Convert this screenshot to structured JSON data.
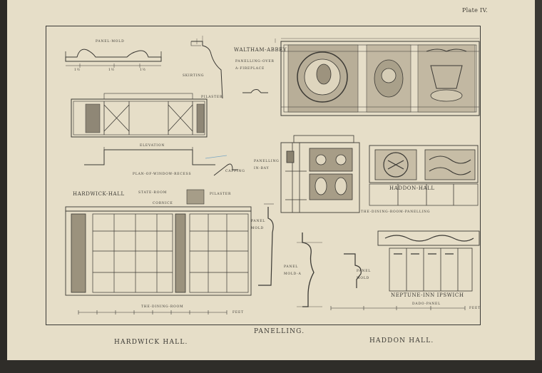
{
  "plate": {
    "number": "Plate IV.",
    "title": "PANELLING.",
    "left_caption": "HARDWICK HALL.",
    "right_caption": "HADDON HALL."
  },
  "labels": {
    "panel_mold_top": "PANEL-MOLD",
    "skirting": "SKIRTING",
    "waltham_abbey": "WALTHAM-ABBEY",
    "panelling_over": "PANELLING-OVER",
    "a_fireplace": "A-FIREPLACE",
    "pilaster_top": "PILASTER",
    "elevation": "ELEVATION",
    "plan": "PLAN-OF-WINDOW-RECESS",
    "capping": "CAPPING",
    "panelling_in_bay": "PANELLING",
    "in_bay": "IN-BAY",
    "hardwick_hall": "HARDWICK-HALL",
    "state_room": "STATE-ROOM",
    "cornice": "CORNICE",
    "pilaster_mid": "PILASTER",
    "haddon_hall": "HADDON-HALL",
    "dining_room_panelling": "THE-DINING-ROOM-PANELLING",
    "panel_mold_a": "PANEL",
    "panel_mold_b": "MOLD",
    "panel_mold_a2": "PANEL",
    "panel_mold_a3": "MOLD-A",
    "panel_mold_c": "PANEL",
    "panel_mold_c2": "MOLD",
    "neptune_inn": "NEPTUNE-INN IPSWICH",
    "dado_panel": "DADO-PANEL",
    "dining_room": "THE-DINING-ROOM",
    "scale_feet": "FEET",
    "dim_1": "1½",
    "dim_2": "1½",
    "dim_3": "1½"
  },
  "colors": {
    "paper": "#e6dec8",
    "ink": "#3b3934",
    "background": "#3a3833"
  }
}
